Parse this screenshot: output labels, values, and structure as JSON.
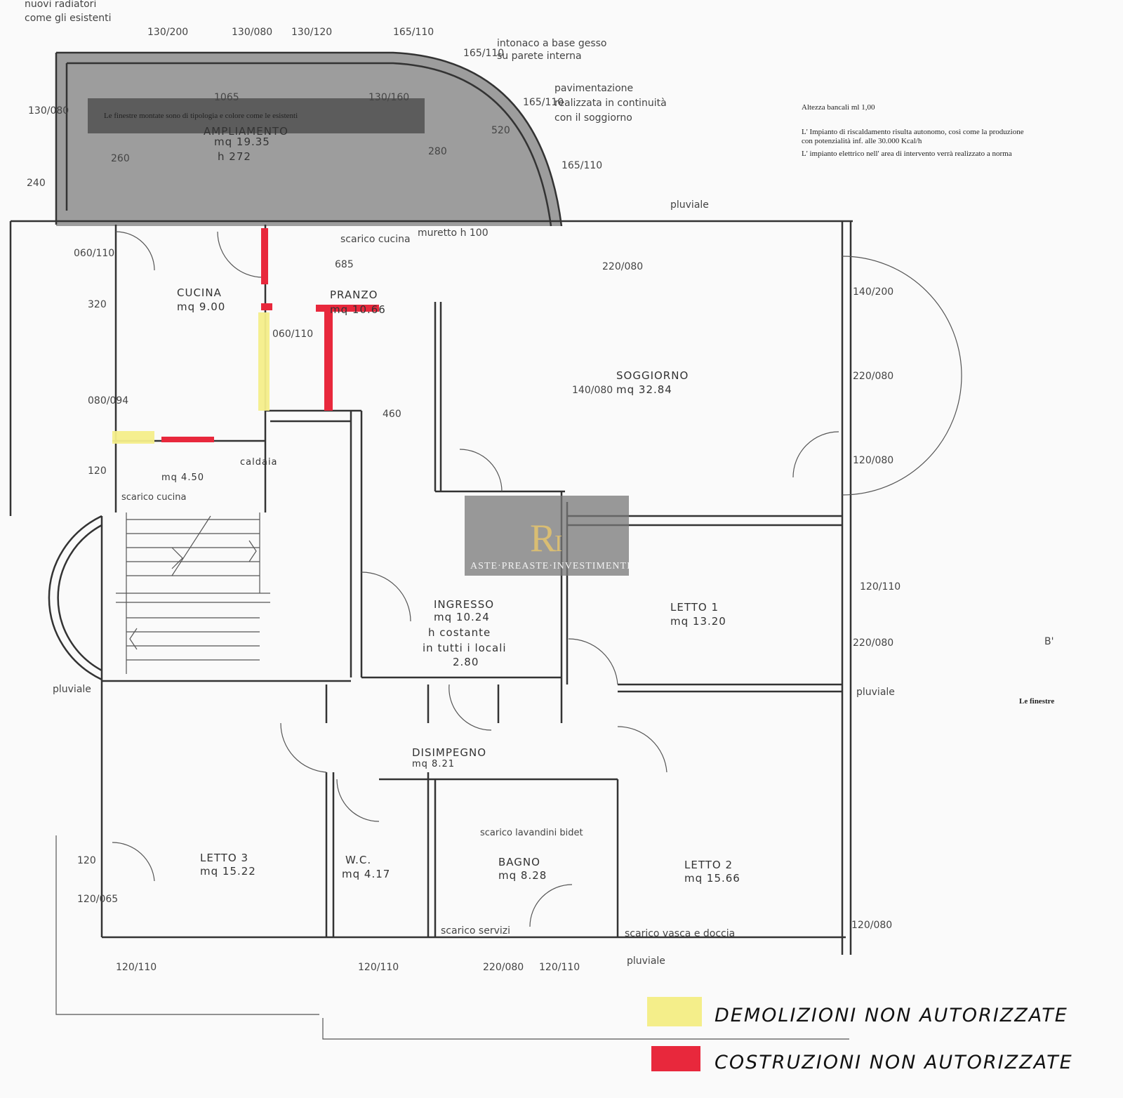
{
  "title": "Pianta piano - ampliamento e difformità",
  "colors": {
    "demolition": "#f4ee8a",
    "construction": "#e8283c",
    "extension": "#8c8c8c",
    "banner": "#5a5a5a"
  },
  "top_notes": {
    "radiators": "nuovi radiatori",
    "radiators2": "come gli esistenti",
    "plaster1": "intonaco a base gesso",
    "plaster2": "su parete interna",
    "floor1": "pavimentazione",
    "floor2": "realizzata in continuità",
    "floor3": "con il soggiorno",
    "banner": "Le finestre montate sono di tipologia e colore come le esistenti"
  },
  "side_notes": [
    "Altezza bancali ml 1,00",
    "L' Impianto di riscaldamento risulta autonomo, così come la produzione",
    "con potenzialità inf. alle 30.000 Kcal/h",
    "L' impianto elettrico nell' area di intervento verrà realizzato a norma",
    "Le finestre"
  ],
  "rooms": {
    "ampliamento": {
      "name": "AMPLIAMENTO",
      "area": "mq 19.35",
      "height": "h 272"
    },
    "cucina": {
      "name": "CUCINA",
      "area": "mq 9.00"
    },
    "pranzo": {
      "name": "PRANZO",
      "area": "mq 10.66"
    },
    "soggiorno": {
      "name": "SOGGIORNO",
      "area": "mq 32.84"
    },
    "caldaia": {
      "name": "caldaia",
      "area": "mq 4.50"
    },
    "ingresso": {
      "name": "INGRESSO",
      "area": "mq 10.24",
      "note1": "h costante",
      "note2": "in tutti i locali",
      "note3": "2.80"
    },
    "letto1": {
      "name": "LETTO 1",
      "area": "mq 13.20"
    },
    "disimpegno": {
      "name": "DISIMPEGNO",
      "area": "mq 8.21"
    },
    "letto3": {
      "name": "LETTO 3",
      "area": "mq 15.22"
    },
    "wc": {
      "name": "W.C.",
      "area": "mq 4.17"
    },
    "bagno": {
      "name": "BAGNO",
      "area": "mq 8.28"
    },
    "letto2": {
      "name": "LETTO 2",
      "area": "mq 15.66"
    }
  },
  "annotations": {
    "scarico_cucina": "scarico cucina",
    "scarico_cucina2": "scarico cucina",
    "muretto": "muretto h 100",
    "pluviale": "pluviale",
    "scarico_lavandini": "scarico lavandini bidet",
    "scarico_servizi": "scarico servizi",
    "scarico_vasca": "scarico vasca e doccia",
    "section": "B'"
  },
  "dimensions": [
    "130/200",
    "130/080",
    "130/120",
    "165/110",
    "165/110",
    "165/110",
    "165/110",
    "520",
    "1065",
    "130/160",
    "130/080",
    "240",
    "260",
    "280",
    "685",
    "220/080",
    "060/110",
    "320",
    "060/110",
    "080/094",
    "120",
    "460",
    "140/080",
    "140/200",
    "220/080",
    "120/080",
    "120/110",
    "220/080",
    "120",
    "120/065",
    "120/080",
    "120/110",
    "120/110",
    "220/080",
    "120/110"
  ],
  "legend": [
    {
      "label": "DEMOLIZIONI NON AUTORIZZATE",
      "color": "#f4ee8a"
    },
    {
      "label": "COSTRUZIONI NON AUTORIZZATE",
      "color": "#e8283c"
    }
  ],
  "watermark": {
    "text": "ASTE·PREASTE·INVESTIMENTI",
    "logo": "RI"
  }
}
